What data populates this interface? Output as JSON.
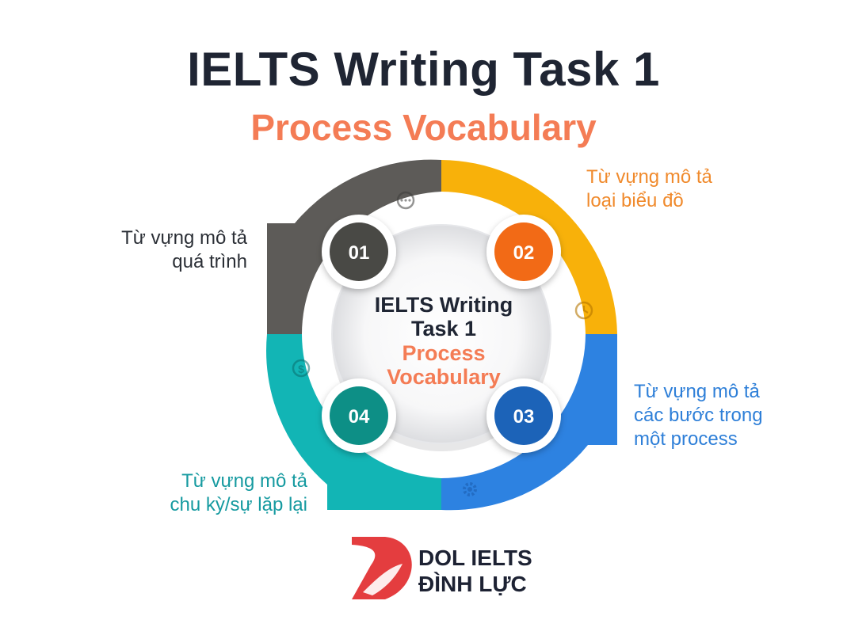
{
  "header": {
    "title": "IELTS Writing Task 1",
    "subtitle": "Process Vocabulary"
  },
  "center": {
    "line1": "IELTS Writing",
    "line2": "Task 1",
    "line3": "Process",
    "line4": "Vocabulary"
  },
  "steps": [
    {
      "number": "01",
      "label_line1": "Từ vựng mô tả",
      "label_line2": "quá trình",
      "color": "#5d5b58",
      "icon": "chat-icon"
    },
    {
      "number": "02",
      "label_line1": "Từ vựng mô tả",
      "label_line2": "loại biểu đồ",
      "color": "#f8b10a",
      "icon": "clock-icon"
    },
    {
      "number": "03",
      "label_line1": "Từ vựng mô tả",
      "label_line2": "các bước trong",
      "label_line3": "một process",
      "color": "#2d82e1",
      "icon": "gear-icon"
    },
    {
      "number": "04",
      "label_line1": "Từ vựng mô tả",
      "label_line2": "chu kỳ/sự lặp lại",
      "color": "#12b5b5",
      "icon": "dollar-icon"
    }
  ],
  "logo": {
    "line1": "DOL IELTS",
    "line2": "ĐÌNH LỰC",
    "color": "#e43d3f"
  }
}
